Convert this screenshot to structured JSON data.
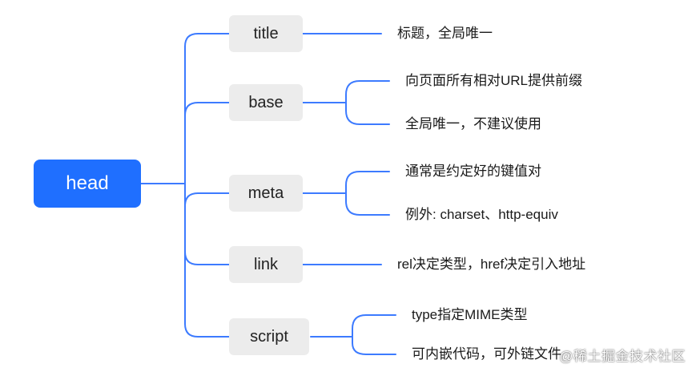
{
  "root": {
    "label": "head"
  },
  "colors": {
    "accent": "#1f6fff",
    "line": "#3d7bff",
    "node_bg": "#ececec"
  },
  "children": [
    {
      "label": "title",
      "leaves": [
        "标题，全局唯一"
      ]
    },
    {
      "label": "base",
      "leaves": [
        "向页面所有相对URL提供前缀",
        "全局唯一，不建议使用"
      ]
    },
    {
      "label": "meta",
      "leaves": [
        "通常是约定好的键值对",
        "例外: charset、http-equiv"
      ]
    },
    {
      "label": "link",
      "leaves": [
        "rel决定类型，href决定引入地址"
      ]
    },
    {
      "label": "script",
      "leaves": [
        "type指定MIME类型",
        "可内嵌代码，可外链文件"
      ]
    }
  ],
  "watermark": {
    "text": "@稀土掘金技术社区"
  }
}
